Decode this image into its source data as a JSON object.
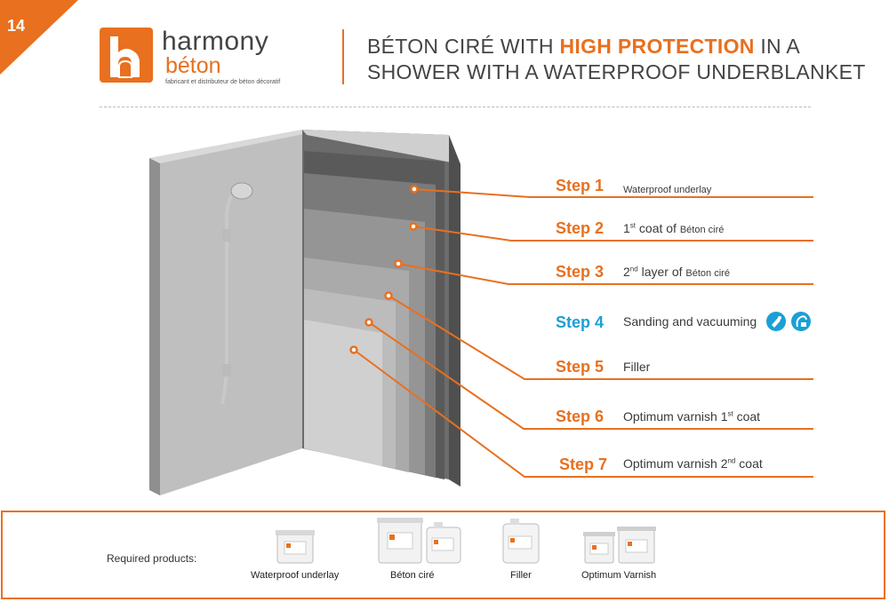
{
  "page_number": "14",
  "brand": {
    "name_top": "harmony",
    "name_bottom": "béton",
    "tagline": "fabricant et distributeur de béton décoratif",
    "logo_letter": "h"
  },
  "headline": {
    "line1_pre": "BÉTON CIRÉ WITH ",
    "line1_highlight": "HIGH PROTECTION",
    "line1_post": " IN A",
    "line2": "SHOWER WITH A WATERPROOF UNDERBLANKET"
  },
  "steps": [
    {
      "label": "Step 1",
      "text": "Waterproof underlay"
    },
    {
      "label": "Step 2",
      "pre": "1",
      "sup": "st",
      "text": " coat of ",
      "small": "Béton ciré"
    },
    {
      "label": "Step 3",
      "pre": "2",
      "sup": "nd",
      "text": " layer of ",
      "small": "Béton ciré"
    },
    {
      "label": "Step 4",
      "text": "Sanding and vacuuming"
    },
    {
      "label": "Step 5",
      "text": "Filler"
    },
    {
      "label": "Step 6",
      "text": "Optimum varnish 1",
      "sup": "st",
      "post": " coat"
    },
    {
      "label": "Step 7",
      "text": "Optimum varnish 2",
      "sup": "nd",
      "post": " coat"
    }
  ],
  "required": {
    "label": "Required products:",
    "products": [
      "Waterproof underlay",
      "Béton ciré",
      "Filler",
      "Optimum Varnish"
    ]
  },
  "colors": {
    "accent": "#e8701f",
    "step4": "#1b9fd6"
  }
}
